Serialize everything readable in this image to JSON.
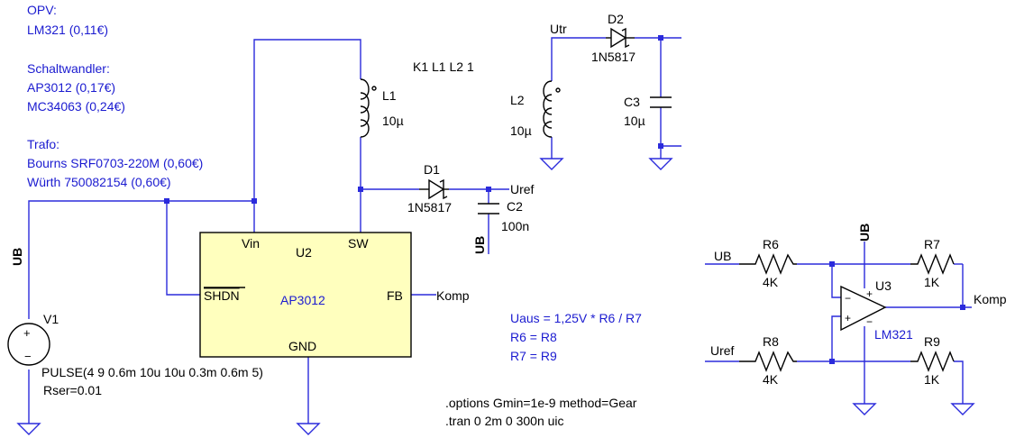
{
  "notes": {
    "opv_title": "OPV:",
    "opv_part": "LM321 (0,11€)",
    "sw_title": "Schaltwandler:",
    "sw_part1": "AP3012 (0,17€)",
    "sw_part2": "MC34063 (0,24€)",
    "trafo_title": "Trafo:",
    "trafo_part1": "Bourns SRF0703-220M (0,60€)",
    "trafo_part2": "Würth 750082154 (0,60€)"
  },
  "coupling": "K1 L1 L2 1",
  "components": {
    "L1": {
      "name": "L1",
      "value": "10µ"
    },
    "L2": {
      "name": "L2",
      "value": "10µ"
    },
    "D1": {
      "name": "D1",
      "value": "1N5817"
    },
    "D2": {
      "name": "D2",
      "value": "1N5817"
    },
    "C2": {
      "name": "C2",
      "value": "100n"
    },
    "C3": {
      "name": "C3",
      "value": "10µ"
    },
    "U2": {
      "name": "U2",
      "value": "AP3012",
      "pin_vin": "Vin",
      "pin_sw": "SW",
      "pin_shdn": "SHDN",
      "pin_fb": "FB",
      "pin_gnd": "GND"
    },
    "V1": {
      "name": "V1",
      "value": "PULSE(4 9 0.6m 10u 10u 0.3m 0.6m 5)",
      "rser": "Rser=0.01"
    },
    "R6": {
      "name": "R6",
      "value": "4K"
    },
    "R7": {
      "name": "R7",
      "value": "1K"
    },
    "R8": {
      "name": "R8",
      "value": "4K"
    },
    "R9": {
      "name": "R9",
      "value": "1K"
    },
    "U3": {
      "name": "U3",
      "value": "LM321",
      "minus": "−",
      "plus": "+"
    }
  },
  "nets": {
    "ub": "UB",
    "utr": "Utr",
    "uref": "Uref",
    "komp": "Komp"
  },
  "formula": {
    "line1": "Uaus = 1,25V * R6 / R7",
    "line2": "R6 = R8",
    "line3": "R7 = R9"
  },
  "spice": {
    "options": ".options Gmin=1e-9 method=Gear",
    "tran": ".tran 0 2m 0 300n uic"
  },
  "colors": {
    "wire": "#2b2bdc",
    "symbol": "#000000",
    "ic_fill": "#ffffbe",
    "comment": "#1b1bd0"
  }
}
